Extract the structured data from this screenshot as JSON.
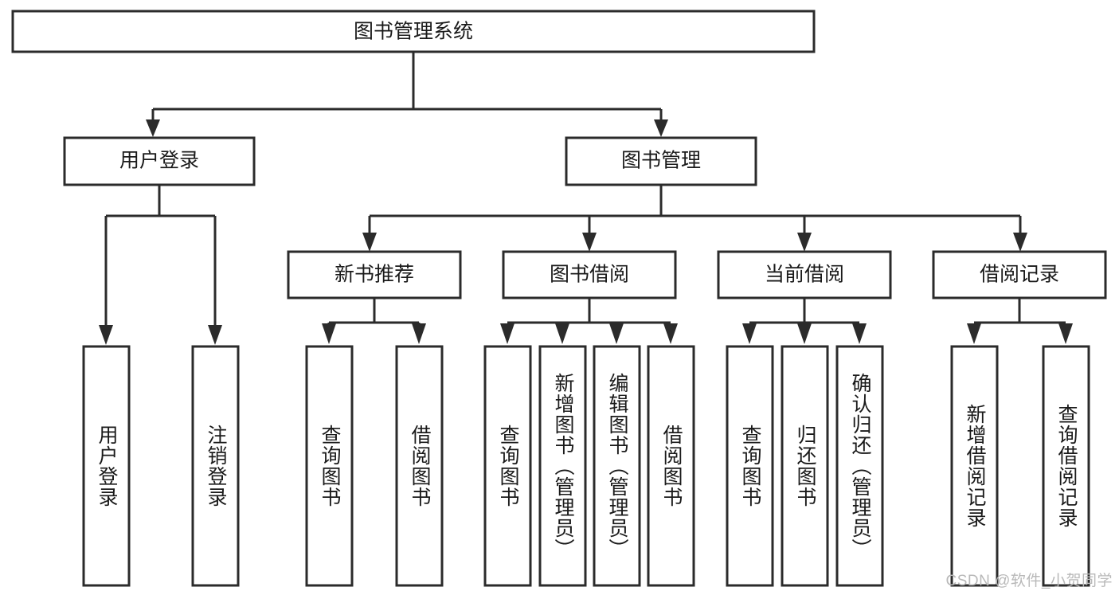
{
  "diagram": {
    "type": "hierarchy-tree",
    "title_node": {
      "label": "图书管理系统"
    },
    "level2": [
      {
        "id": "user-login",
        "label": "用户登录"
      },
      {
        "id": "book-management",
        "label": "图书管理"
      }
    ],
    "level3": [
      {
        "id": "new-book-recommend",
        "label": "新书推荐",
        "parent": "book-management"
      },
      {
        "id": "book-borrow",
        "label": "图书借阅",
        "parent": "book-management"
      },
      {
        "id": "current-borrow",
        "label": "当前借阅",
        "parent": "book-management"
      },
      {
        "id": "borrow-record",
        "label": "借阅记录",
        "parent": "book-management"
      }
    ],
    "leaves": {
      "user_login": [
        {
          "id": "leaf-user-login",
          "label": "用户登录"
        },
        {
          "id": "leaf-logout",
          "label": "注销登录"
        }
      ],
      "new_book_recommend": [
        {
          "id": "leaf-query-book-1",
          "label": "查询图书"
        },
        {
          "id": "leaf-borrow-book-1",
          "label": "借阅图书"
        }
      ],
      "book_borrow": [
        {
          "id": "leaf-query-book-2",
          "label": "查询图书"
        },
        {
          "id": "leaf-add-book",
          "label": "新增图书（管理员）"
        },
        {
          "id": "leaf-edit-book",
          "label": "编辑图书（管理员）"
        },
        {
          "id": "leaf-borrow-book-2",
          "label": "借阅图书"
        }
      ],
      "current_borrow": [
        {
          "id": "leaf-query-book-3",
          "label": "查询图书"
        },
        {
          "id": "leaf-return-book",
          "label": "归还图书"
        },
        {
          "id": "leaf-confirm-return",
          "label": "确认归还（管理员）"
        }
      ],
      "borrow_record": [
        {
          "id": "leaf-add-record",
          "label": "新增借阅记录"
        },
        {
          "id": "leaf-query-record",
          "label": "查询借阅记录"
        }
      ]
    },
    "colors": {
      "stroke": "#2b2b2b",
      "fill": "#ffffff",
      "text": "#1a1a1a",
      "background": "#ffffff",
      "watermark": "#b9b9b9"
    }
  },
  "watermark": {
    "text": "CSDN @软件_小贺同学"
  }
}
